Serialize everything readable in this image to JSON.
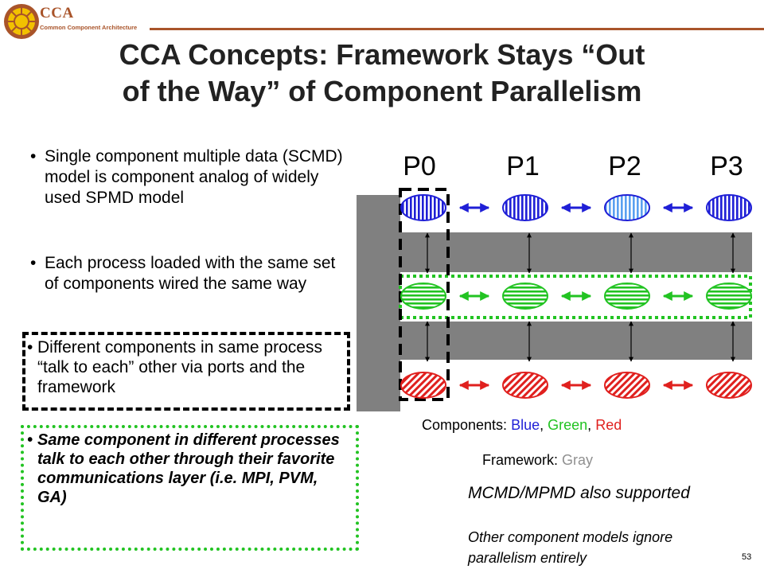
{
  "header": {
    "logo_text": "CCA",
    "logo_subtitle": "Common Component Architecture",
    "colors": {
      "logo_brown": "#a9542a"
    }
  },
  "slide": {
    "title_line1": "CCA Concepts: Framework Stays “Out",
    "title_line2": "of the Way” of Component Parallelism",
    "page_number": "53"
  },
  "bullets": {
    "scmd": "Single component multiple data (SCMD) model is component analog of widely used SPMD model",
    "same_set": "Each process loaded with the same set of components wired the same way",
    "diff_components": "Different components in same process “talk to each” other via ports and the framework",
    "same_component": "Same component in different processes talk to each other through their favorite communications layer (i.e. MPI, PVM, GA)"
  },
  "diagram": {
    "processes": [
      "P0",
      "P1",
      "P2",
      "P3"
    ],
    "colors": {
      "blue": "#1f1fd6",
      "light_blue": "#5aa0f0",
      "green": "#22c322",
      "red": "#e0201e",
      "gray": "#808080"
    },
    "legend": {
      "components_label": "Components:",
      "blue": "Blue",
      "green": "Green",
      "red": "Red",
      "framework_label": "Framework:",
      "gray": "Gray"
    },
    "note_mcmd": "MCMD/MPMD also supported",
    "note_other": "Other component models ignore parallelism entirely"
  }
}
